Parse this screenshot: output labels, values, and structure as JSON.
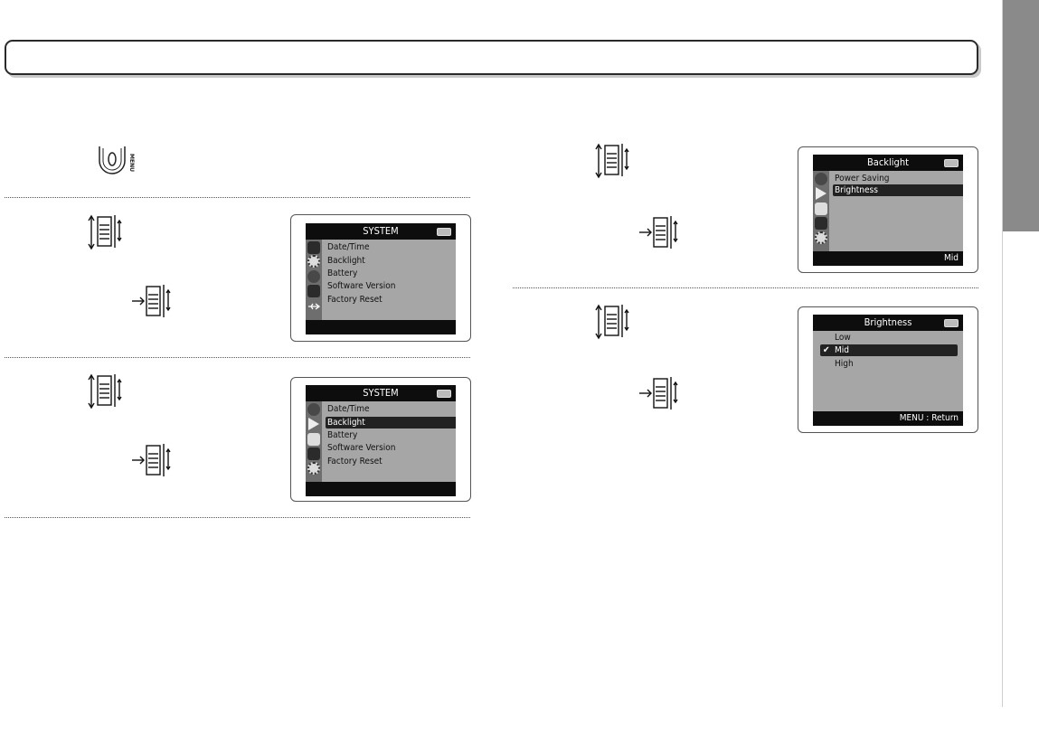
{
  "screens": {
    "system1": {
      "title": "SYSTEM",
      "items": [
        "Date/Time",
        "Backlight",
        "Battery",
        "Software Version",
        "Factory Reset"
      ],
      "icons": [
        "info-icon",
        "gear-icon",
        "globe-icon",
        "sd-icon",
        "usb-icon"
      ]
    },
    "system2": {
      "title": "SYSTEM",
      "items": [
        "Date/Time",
        "Backlight",
        "Battery",
        "Software Version",
        "Factory Reset"
      ],
      "selected": "Backlight",
      "icons": [
        "record-icon",
        "play-icon",
        "music-icon",
        "info-icon",
        "gear-icon"
      ]
    },
    "backlight": {
      "title": "Backlight",
      "items": [
        "Power Saving",
        "Brightness"
      ],
      "selected": "Brightness",
      "footer": "Mid",
      "icons": [
        "record-icon",
        "play-icon",
        "music-icon",
        "info-icon",
        "gear-icon"
      ]
    },
    "brightness": {
      "title": "Brightness",
      "items": [
        "Low",
        "Mid",
        "High"
      ],
      "selected": "Mid",
      "checkmark": "✔",
      "footer": "MENU : Return"
    }
  },
  "colors": {
    "lcd_bg": "#a6a6a6",
    "lcd_header": "#0d0d0d",
    "side_tab": "#8a8a8a"
  },
  "menu_button": {
    "label": "MENU"
  }
}
